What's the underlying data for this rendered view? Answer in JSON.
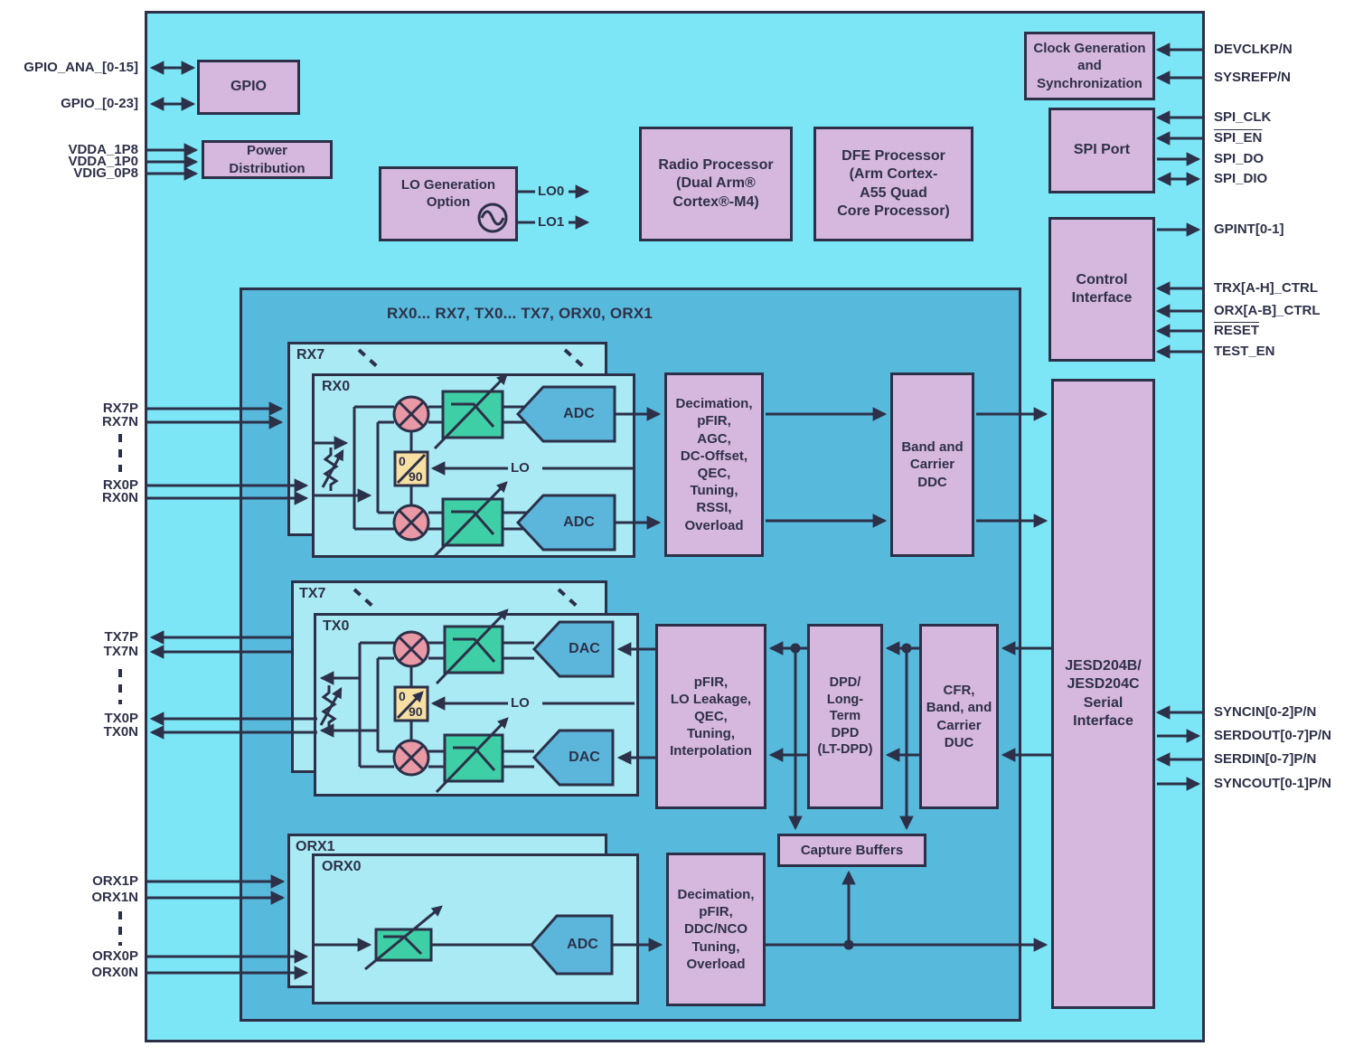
{
  "colors": {
    "chip_fill": "#7DE6F6",
    "inner_region_fill": "#57B9DC",
    "channel_box_fill": "#A9EAF4",
    "block_fill": "#D6B7DD",
    "converter_fill": "#5CB6DB",
    "filter_fill": "#3FCFA6",
    "mixer_fill": "#E998A6",
    "phase_box_fill": "#F7E0A2",
    "ink": "#2C3048"
  },
  "diagram": {
    "region_title": "RX0... RX7, TX0... TX7, ORX0, ORX1",
    "blocks": {
      "gpio": "GPIO",
      "power": "Power\nDistribution",
      "lo_gen": "LO Generation\nOption",
      "radio_proc": "Radio Processor\n(Dual Arm®\nCortex®-M4)",
      "dfe_proc": "DFE Processor\n(Arm Cortex-\nA55 Quad\nCore Processor)",
      "clock_gen": "Clock Generation\nand\nSynchronization",
      "spi_port": "SPI Port",
      "control_if": "Control\nInterface",
      "rx_decimation": "Decimation,\npFIR,\nAGC,\nDC-Offset,\nQEC,\nTuning,\nRSSI,\nOverload",
      "band_ddc": "Band and\nCarrier\nDDC",
      "tx_pfir": "pFIR,\nLO Leakage,\nQEC,\nTuning,\nInterpolation",
      "dpd": "DPD/\nLong-\nTerm\nDPD\n(LT-DPD)",
      "cfr": "CFR,\nBand, and\nCarrier\nDUC",
      "capture_buffers": "Capture Buffers",
      "orx_decimation": "Decimation,\npFIR,\nDDC/NCO\nTuning,\nOverload",
      "jesd": "JESD204B/\nJESD204C\nSerial\nInterface"
    },
    "channels": {
      "rx7": "RX7",
      "rx0": "RX0",
      "tx7": "TX7",
      "tx0": "TX0",
      "orx1": "ORX1",
      "orx0": "ORX0"
    },
    "converters": {
      "adc": "ADC",
      "dac": "DAC"
    },
    "misc": {
      "lo": "LO",
      "lo0": "LO0",
      "lo1": "LO1",
      "phase_top": "0",
      "phase_bottom": "90"
    }
  },
  "pins": {
    "left": {
      "gpio_ana": "GPIO_ANA_[0-15]",
      "gpio": "GPIO_[0-23]",
      "vdda_1p8": "VDDA_1P8",
      "vdda_1p0": "VDDA_1P0",
      "vdig_0p8": "VDIG_0P8",
      "rx7p": "RX7P",
      "rx7n": "RX7N",
      "rx0p": "RX0P",
      "rx0n": "RX0N",
      "tx7p": "TX7P",
      "tx7n": "TX7N",
      "tx0p": "TX0P",
      "tx0n": "TX0N",
      "orx1p": "ORX1P",
      "orx1n": "ORX1N",
      "orx0p": "ORX0P",
      "orx0n": "ORX0N"
    },
    "right": {
      "devclk": "DEVCLKP/N",
      "sysref": "SYSREFP/N",
      "spi_clk": "SPI_CLK",
      "spi_en": "SPI_EN",
      "spi_do": "SPI_DO",
      "spi_dio": "SPI_DIO",
      "gpint": "GPINT[0-1]",
      "trx_ctrl": "TRX[A-H]_CTRL",
      "orx_ctrl": "ORX[A-B]_CTRL",
      "reset": "RESET",
      "test_en": "TEST_EN",
      "syncin": "SYNCIN[0-2]P/N",
      "serdout": "SERDOUT[0-7]P/N",
      "serdin": "SERDIN[0-7]P/N",
      "syncout": "SYNCOUT[0-1]P/N"
    }
  }
}
